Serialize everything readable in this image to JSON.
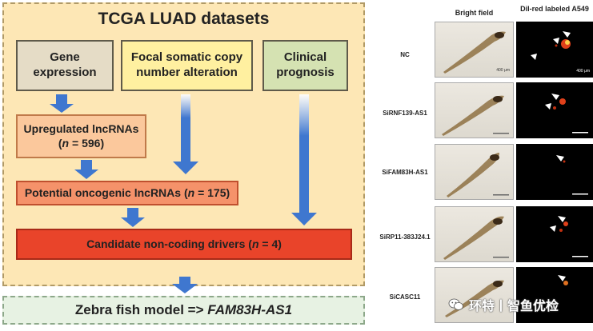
{
  "diagram": {
    "title": "TCGA LUAD datasets",
    "gene_expression": "Gene expression",
    "focal_cna": "Focal somatic copy number alteration",
    "clinical_prognosis": "Clinical prognosis",
    "upregulated": {
      "label": "Upregulated lncRNAs",
      "n_italic": "n",
      "count_text": " = 596"
    },
    "potential": {
      "label": "Potential oncogenic lncRNAs (",
      "n_italic": "n",
      "count_text": " = 175)"
    },
    "candidates": {
      "label": "Candidate non-coding drivers (",
      "n_italic": "n",
      "count_text": " = 4)"
    },
    "zebrafish": {
      "label": "Zebra fish model => ",
      "gene": "FAM83H-AS1"
    }
  },
  "figure": {
    "col_bright": "Bright field",
    "col_dil": "Dil-red labeled A549",
    "scale_label": "400 μm",
    "rows": [
      "NC",
      "SiRNF139-AS1",
      "SiFAM83H-AS1",
      "SiRP11-383J24.1",
      "SiCASC11"
    ]
  },
  "watermark": {
    "text": "环特丨智鱼优检"
  },
  "colors": {
    "panel_bg": "#fde7b5",
    "arrow_blue": "#3f77cf",
    "gene_box": "#e5dcc6",
    "focal_box": "#fff0a0",
    "clinical_box": "#d5e2b2",
    "up_box": "#fbc89c",
    "potential_box": "#f5926a",
    "candidate_box": "#e9442a",
    "zebra_box": "#e7f2e3"
  },
  "icons": {
    "watermark": "wechat-icon",
    "cell_marker": "white-arrow-icon"
  }
}
